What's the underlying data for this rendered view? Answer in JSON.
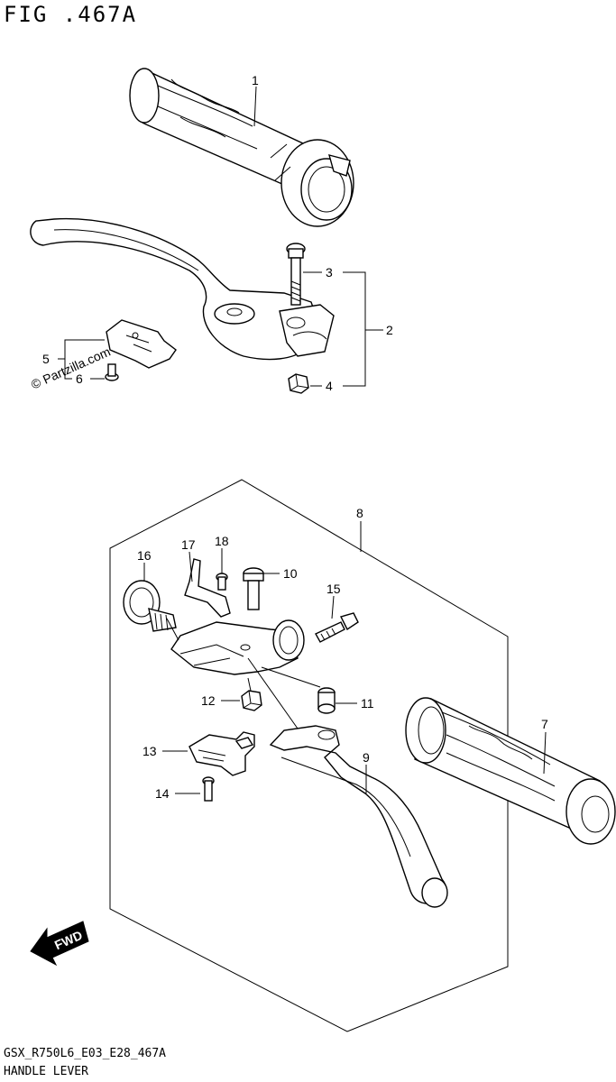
{
  "figure": {
    "title": "FIG .467A",
    "model_code": "GSX_R750L6_E03_E28_467A",
    "caption": "HANDLE LEVER",
    "watermark": "© Partzilla.com",
    "fwd_label": "FWD"
  },
  "callouts": [
    {
      "id": "c1",
      "label": "1"
    },
    {
      "id": "c2",
      "label": "2"
    },
    {
      "id": "c3",
      "label": "3"
    },
    {
      "id": "c4",
      "label": "4"
    },
    {
      "id": "c5",
      "label": "5"
    },
    {
      "id": "c6",
      "label": "6"
    },
    {
      "id": "c7",
      "label": "7"
    },
    {
      "id": "c8",
      "label": "8"
    },
    {
      "id": "c9",
      "label": "9"
    },
    {
      "id": "c10",
      "label": "10"
    },
    {
      "id": "c11",
      "label": "11"
    },
    {
      "id": "c12",
      "label": "12"
    },
    {
      "id": "c13",
      "label": "13"
    },
    {
      "id": "c14",
      "label": "14"
    },
    {
      "id": "c15",
      "label": "15"
    },
    {
      "id": "c16",
      "label": "16"
    },
    {
      "id": "c17",
      "label": "17"
    },
    {
      "id": "c18",
      "label": "18"
    }
  ]
}
